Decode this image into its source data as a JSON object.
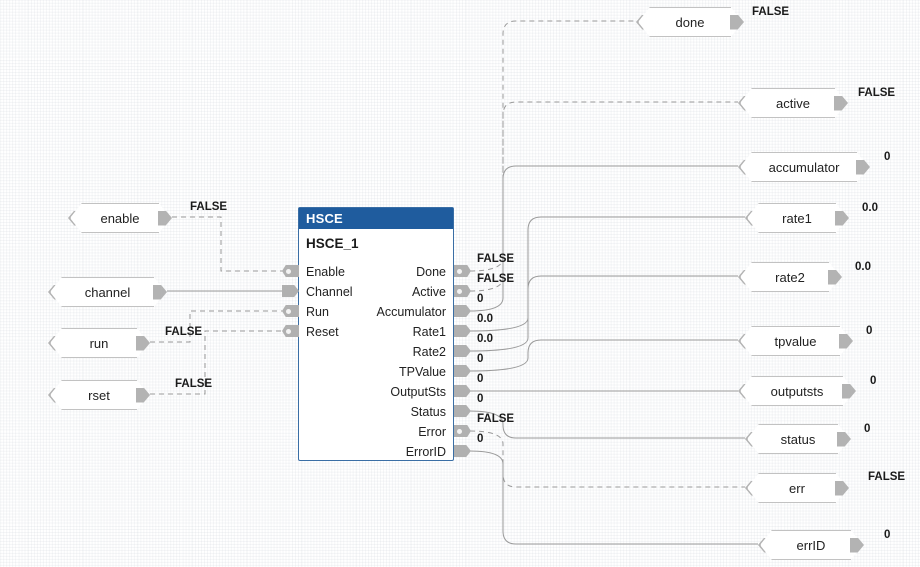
{
  "block": {
    "type_name": "HSCE",
    "instance_name": "HSCE_1",
    "inputs": [
      {
        "label": "Enable",
        "kind": "bool"
      },
      {
        "label": "Channel",
        "kind": "num"
      },
      {
        "label": "Run",
        "kind": "bool"
      },
      {
        "label": "Reset",
        "kind": "bool"
      }
    ],
    "outputs": [
      {
        "label": "Done",
        "kind": "bool",
        "value": "FALSE"
      },
      {
        "label": "Active",
        "kind": "bool",
        "value": "FALSE"
      },
      {
        "label": "Accumulator",
        "kind": "num",
        "value": "0"
      },
      {
        "label": "Rate1",
        "kind": "num",
        "value": "0.0"
      },
      {
        "label": "Rate2",
        "kind": "num",
        "value": "0.0"
      },
      {
        "label": "TPValue",
        "kind": "num",
        "value": "0"
      },
      {
        "label": "OutputSts",
        "kind": "num",
        "value": "0"
      },
      {
        "label": "Status",
        "kind": "num",
        "value": "0"
      },
      {
        "label": "Error",
        "kind": "bool",
        "value": "FALSE"
      },
      {
        "label": "ErrorID",
        "kind": "num",
        "value": "0"
      }
    ]
  },
  "input_variables": [
    {
      "name": "enable",
      "value": "FALSE"
    },
    {
      "name": "channel",
      "value": ""
    },
    {
      "name": "run",
      "value": "FALSE"
    },
    {
      "name": "rset",
      "value": "FALSE"
    }
  ],
  "output_variables": [
    {
      "name": "done",
      "value": "FALSE"
    },
    {
      "name": "active",
      "value": "FALSE"
    },
    {
      "name": "accumulator",
      "value": "0"
    },
    {
      "name": "rate1",
      "value": "0.0"
    },
    {
      "name": "rate2",
      "value": "0.0"
    },
    {
      "name": "tpvalue",
      "value": "0"
    },
    {
      "name": "outputsts",
      "value": "0"
    },
    {
      "name": "status",
      "value": "0"
    },
    {
      "name": "err",
      "value": "FALSE"
    },
    {
      "name": "errID",
      "value": "0"
    }
  ],
  "colors": {
    "header_blue": "#1f5c9e",
    "block_border": "#3a6ea5",
    "connector_gray": "#b3b3b3",
    "wire_gray": "#9a9a9a",
    "canvas_bg": "#ffffff"
  }
}
